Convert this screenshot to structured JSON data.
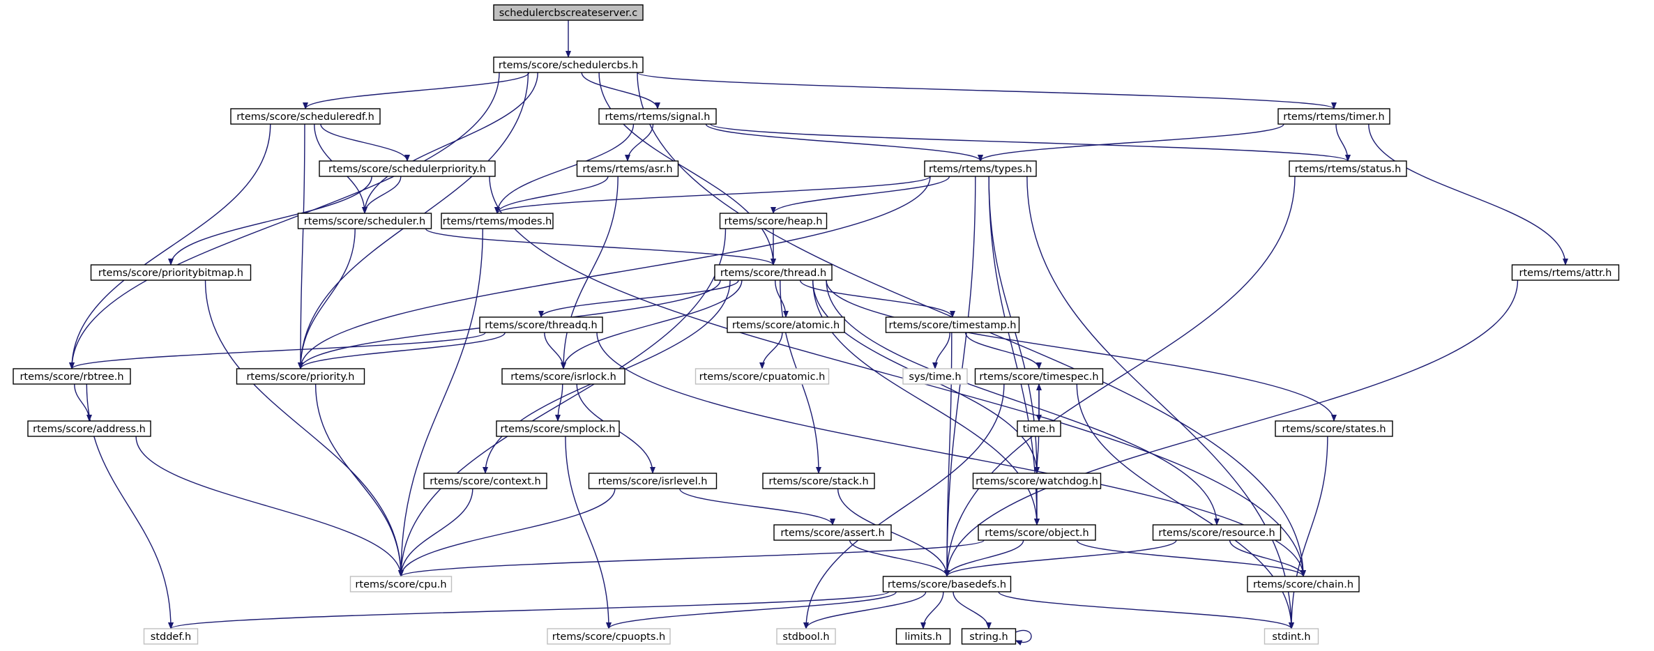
{
  "colors": {
    "edge": "#191970",
    "node_border": "#000000",
    "node_border_external": "#bfbfbf",
    "root_fill": "#bfbfbf",
    "node_fill": "#ffffff"
  },
  "nodes": [
    {
      "id": "root",
      "label": "schedulercbscreateserver.c",
      "kind": "root"
    },
    {
      "id": "schedulercbs",
      "label": "rtems/score/schedulercbs.h",
      "kind": "header"
    },
    {
      "id": "scheduleredf",
      "label": "rtems/score/scheduleredf.h",
      "kind": "header"
    },
    {
      "id": "signal",
      "label": "rtems/rtems/signal.h",
      "kind": "header"
    },
    {
      "id": "timer",
      "label": "rtems/rtems/timer.h",
      "kind": "header"
    },
    {
      "id": "schedulerpriority",
      "label": "rtems/score/schedulerpriority.h",
      "kind": "header"
    },
    {
      "id": "asr",
      "label": "rtems/rtems/asr.h",
      "kind": "header"
    },
    {
      "id": "types",
      "label": "rtems/rtems/types.h",
      "kind": "header"
    },
    {
      "id": "status",
      "label": "rtems/rtems/status.h",
      "kind": "header"
    },
    {
      "id": "scheduler",
      "label": "rtems/score/scheduler.h",
      "kind": "header"
    },
    {
      "id": "modes",
      "label": "rtems/rtems/modes.h",
      "kind": "header"
    },
    {
      "id": "heap",
      "label": "rtems/score/heap.h",
      "kind": "header"
    },
    {
      "id": "prioritybitmap",
      "label": "rtems/score/prioritybitmap.h",
      "kind": "header"
    },
    {
      "id": "thread",
      "label": "rtems/score/thread.h",
      "kind": "header"
    },
    {
      "id": "attr",
      "label": "rtems/rtems/attr.h",
      "kind": "header"
    },
    {
      "id": "threadq",
      "label": "rtems/score/threadq.h",
      "kind": "header"
    },
    {
      "id": "atomic",
      "label": "rtems/score/atomic.h",
      "kind": "header"
    },
    {
      "id": "timestamp",
      "label": "rtems/score/timestamp.h",
      "kind": "header"
    },
    {
      "id": "rbtree",
      "label": "rtems/score/rbtree.h",
      "kind": "header"
    },
    {
      "id": "priority",
      "label": "rtems/score/priority.h",
      "kind": "header"
    },
    {
      "id": "isrlock",
      "label": "rtems/score/isrlock.h",
      "kind": "header"
    },
    {
      "id": "cpuatomic",
      "label": "rtems/score/cpuatomic.h",
      "kind": "external"
    },
    {
      "id": "systime",
      "label": "sys/time.h",
      "kind": "external"
    },
    {
      "id": "timespec",
      "label": "rtems/score/timespec.h",
      "kind": "header"
    },
    {
      "id": "address",
      "label": "rtems/score/address.h",
      "kind": "header"
    },
    {
      "id": "smplock",
      "label": "rtems/score/smplock.h",
      "kind": "header"
    },
    {
      "id": "timeh",
      "label": "time.h",
      "kind": "header"
    },
    {
      "id": "states",
      "label": "rtems/score/states.h",
      "kind": "header"
    },
    {
      "id": "context",
      "label": "rtems/score/context.h",
      "kind": "header"
    },
    {
      "id": "isrlevel",
      "label": "rtems/score/isrlevel.h",
      "kind": "header"
    },
    {
      "id": "stack",
      "label": "rtems/score/stack.h",
      "kind": "header"
    },
    {
      "id": "watchdog",
      "label": "rtems/score/watchdog.h",
      "kind": "header"
    },
    {
      "id": "assert",
      "label": "rtems/score/assert.h",
      "kind": "header"
    },
    {
      "id": "object",
      "label": "rtems/score/object.h",
      "kind": "header"
    },
    {
      "id": "resource",
      "label": "rtems/score/resource.h",
      "kind": "header"
    },
    {
      "id": "cpu",
      "label": "rtems/score/cpu.h",
      "kind": "external"
    },
    {
      "id": "basedefs",
      "label": "rtems/score/basedefs.h",
      "kind": "header"
    },
    {
      "id": "chain",
      "label": "rtems/score/chain.h",
      "kind": "header"
    },
    {
      "id": "stddef",
      "label": "stddef.h",
      "kind": "external"
    },
    {
      "id": "cpuopts",
      "label": "rtems/score/cpuopts.h",
      "kind": "external"
    },
    {
      "id": "stdbool",
      "label": "stdbool.h",
      "kind": "external"
    },
    {
      "id": "limits",
      "label": "limits.h",
      "kind": "header"
    },
    {
      "id": "string",
      "label": "string.h",
      "kind": "header"
    },
    {
      "id": "stdint",
      "label": "stdint.h",
      "kind": "external"
    }
  ],
  "edges": [
    [
      "root",
      "schedulercbs"
    ],
    [
      "schedulercbs",
      "scheduleredf"
    ],
    [
      "schedulercbs",
      "signal"
    ],
    [
      "schedulercbs",
      "timer"
    ],
    [
      "schedulercbs",
      "scheduler"
    ],
    [
      "schedulercbs",
      "thread"
    ],
    [
      "schedulercbs",
      "rbtree"
    ],
    [
      "schedulercbs",
      "priority"
    ],
    [
      "schedulercbs",
      "chain"
    ],
    [
      "scheduleredf",
      "schedulerpriority"
    ],
    [
      "scheduleredf",
      "scheduler"
    ],
    [
      "scheduleredf",
      "rbtree"
    ],
    [
      "scheduleredf",
      "priority"
    ],
    [
      "signal",
      "asr"
    ],
    [
      "signal",
      "types"
    ],
    [
      "signal",
      "modes"
    ],
    [
      "signal",
      "status"
    ],
    [
      "timer",
      "types"
    ],
    [
      "timer",
      "status"
    ],
    [
      "timer",
      "attr"
    ],
    [
      "schedulerpriority",
      "scheduler"
    ],
    [
      "schedulerpriority",
      "prioritybitmap"
    ],
    [
      "schedulerpriority",
      "chain"
    ],
    [
      "asr",
      "modes"
    ],
    [
      "asr",
      "isrlock"
    ],
    [
      "types",
      "modes"
    ],
    [
      "types",
      "heap"
    ],
    [
      "types",
      "priority"
    ],
    [
      "types",
      "watchdog"
    ],
    [
      "types",
      "object"
    ],
    [
      "types",
      "basedefs"
    ],
    [
      "types",
      "stdint"
    ],
    [
      "status",
      "basedefs"
    ],
    [
      "scheduler",
      "thread"
    ],
    [
      "scheduler",
      "priority"
    ],
    [
      "modes",
      "cpu"
    ],
    [
      "heap",
      "thread"
    ],
    [
      "heap",
      "cpu"
    ],
    [
      "prioritybitmap",
      "cpu"
    ],
    [
      "thread",
      "threadq"
    ],
    [
      "thread",
      "atomic"
    ],
    [
      "thread",
      "timestamp"
    ],
    [
      "thread",
      "isrlock"
    ],
    [
      "thread",
      "priority"
    ],
    [
      "thread",
      "context"
    ],
    [
      "thread",
      "stack"
    ],
    [
      "thread",
      "watchdog"
    ],
    [
      "thread",
      "object"
    ],
    [
      "thread",
      "resource"
    ],
    [
      "thread",
      "states"
    ],
    [
      "attr",
      "basedefs"
    ],
    [
      "threadq",
      "rbtree"
    ],
    [
      "threadq",
      "priority"
    ],
    [
      "threadq",
      "isrlock"
    ],
    [
      "threadq",
      "chain"
    ],
    [
      "atomic",
      "cpuatomic"
    ],
    [
      "timestamp",
      "systime"
    ],
    [
      "timestamp",
      "timespec"
    ],
    [
      "timestamp",
      "basedefs"
    ],
    [
      "rbtree",
      "address"
    ],
    [
      "rbtree",
      "stddef"
    ],
    [
      "priority",
      "cpu"
    ],
    [
      "isrlock",
      "smplock"
    ],
    [
      "isrlock",
      "isrlevel"
    ],
    [
      "timespec",
      "timeh"
    ],
    [
      "timespec",
      "stdbool"
    ],
    [
      "timespec",
      "stdint"
    ],
    [
      "address",
      "cpu"
    ],
    [
      "smplock",
      "cpuopts"
    ],
    [
      "timeh",
      "timespec"
    ],
    [
      "timeh",
      "watchdog"
    ],
    [
      "states",
      "stdint"
    ],
    [
      "context",
      "cpu"
    ],
    [
      "isrlevel",
      "assert"
    ],
    [
      "isrlevel",
      "cpu"
    ],
    [
      "stack",
      "basedefs"
    ],
    [
      "watchdog",
      "object"
    ],
    [
      "assert",
      "basedefs"
    ],
    [
      "object",
      "cpu"
    ],
    [
      "object",
      "basedefs"
    ],
    [
      "object",
      "chain"
    ],
    [
      "resource",
      "basedefs"
    ],
    [
      "resource",
      "chain"
    ],
    [
      "basedefs",
      "stddef"
    ],
    [
      "basedefs",
      "cpuopts"
    ],
    [
      "basedefs",
      "stdbool"
    ],
    [
      "basedefs",
      "limits"
    ],
    [
      "basedefs",
      "string"
    ],
    [
      "basedefs",
      "stdint"
    ],
    [
      "string",
      "string"
    ]
  ]
}
